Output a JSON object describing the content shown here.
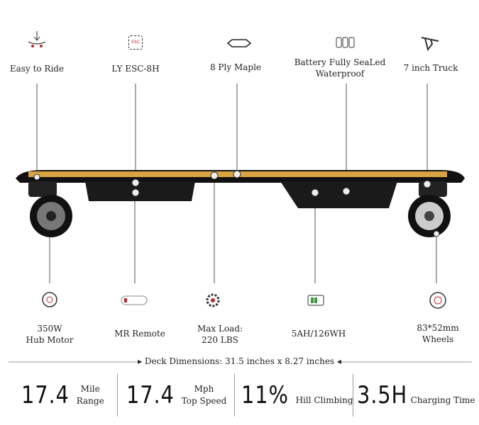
{
  "top_features": [
    {
      "label": "Easy to Ride",
      "icon": "rider-icon"
    },
    {
      "label": "LY ESC-8H",
      "icon": "esc-chip-icon",
      "icon_text": "ESC"
    },
    {
      "label": "8 Ply Maple",
      "icon": "deck-icon"
    },
    {
      "label": "Battery Fully SeaLed",
      "label2": "Waterproof",
      "icon": "battery-cells-icon"
    },
    {
      "label": "7 inch Truck",
      "icon": "truck-icon"
    }
  ],
  "bottom_features": [
    {
      "label": "350W",
      "label2": "Hub Motor",
      "icon": "motor-icon"
    },
    {
      "label": "MR Remote",
      "icon": "remote-icon"
    },
    {
      "label": "Max Load:",
      "label2": "220 LBS",
      "icon": "load-gear-icon"
    },
    {
      "label": "5AH/126WH",
      "icon": "battery-charge-icon"
    },
    {
      "label": "83*52mm",
      "label2": "Wheels",
      "icon": "wheel-icon"
    }
  ],
  "dimensions": "Deck Dimensions: 31.5 inches x 8.27 inches",
  "stats": [
    {
      "value": "17.4",
      "unit1": "Mile",
      "unit2": "Range"
    },
    {
      "value": "17.4",
      "unit1": "Mph",
      "unit2": "Top Speed"
    },
    {
      "value": "11%",
      "unit1": "Hill Climbing"
    },
    {
      "value": "3.5H",
      "unit1": "Charging Time"
    }
  ],
  "colors": {
    "deck": "#d9a441",
    "accent": "#c0282d",
    "body": "#1a1a1a"
  }
}
